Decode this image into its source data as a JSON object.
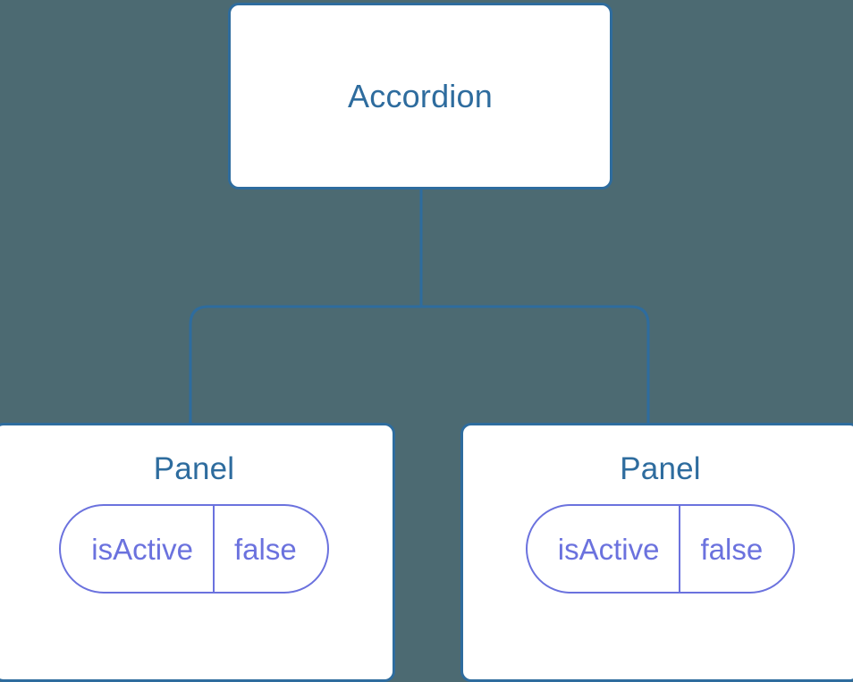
{
  "diagram": {
    "type": "component-tree",
    "background_color": "#4c6a72",
    "node_border_color": "#2e6c9e",
    "node_title_color": "#2e6c9e",
    "connector_color": "#2e6c9e",
    "pill_color": "#6b72de",
    "node_fill_color": "#ffffff"
  },
  "root": {
    "title": "Accordion"
  },
  "children": [
    {
      "title": "Panel",
      "state": {
        "key": "isActive",
        "value": "false"
      }
    },
    {
      "title": "Panel",
      "state": {
        "key": "isActive",
        "value": "false"
      }
    }
  ]
}
